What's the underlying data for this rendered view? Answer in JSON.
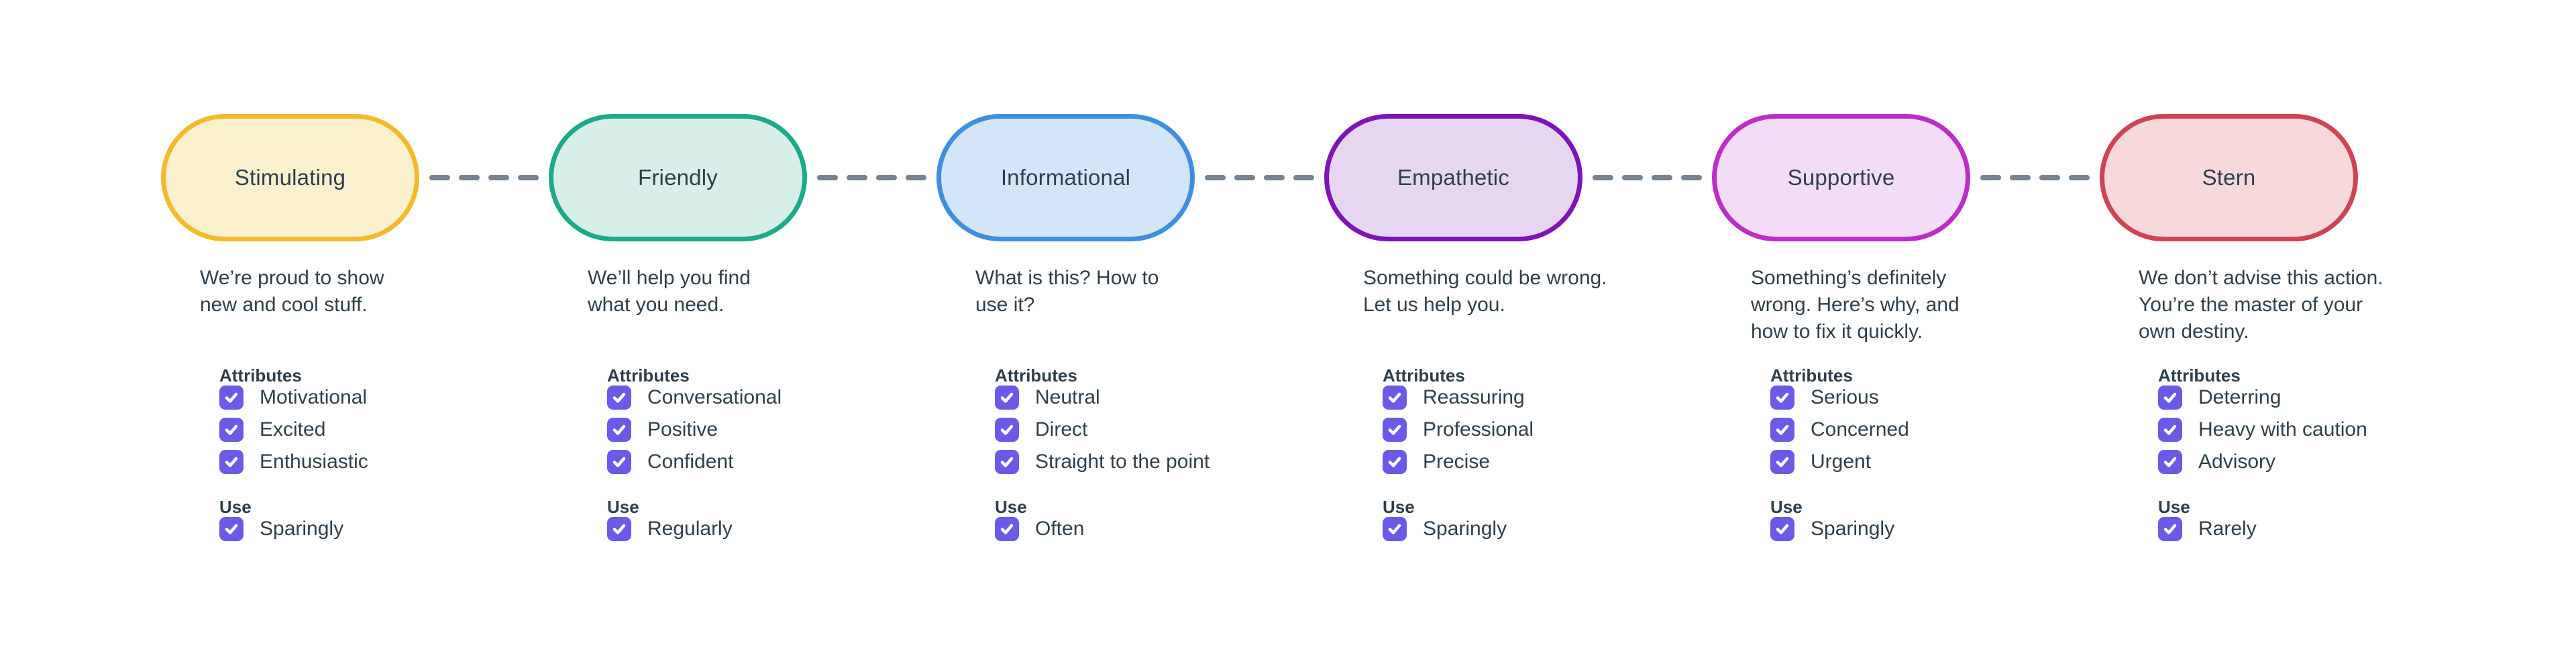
{
  "diagram": {
    "name": "tone-spectrum",
    "section_labels": {
      "attributes": "Attributes",
      "use": "Use"
    },
    "colors": {
      "text": "#2E3F4C",
      "checkbox": "#6B5AE8",
      "dash": "#76828F",
      "background": "#FFFFFF"
    },
    "columns": [
      {
        "id": "stimulating",
        "title": "Stimulating",
        "border_color": "#F3BA2A",
        "fill_color": "#FAF0CE",
        "description": "We’re proud to show\nnew and cool stuff.",
        "attributes": [
          {
            "label": "Motivational",
            "checked": true
          },
          {
            "label": "Excited",
            "checked": true
          },
          {
            "label": "Enthusiastic",
            "checked": true
          }
        ],
        "use": [
          {
            "label": "Sparingly",
            "checked": true
          }
        ]
      },
      {
        "id": "friendly",
        "title": "Friendly",
        "border_color": "#1CA98C",
        "fill_color": "#D8EEE8",
        "description": "We’ll help you find\nwhat you need.",
        "attributes": [
          {
            "label": "Conversational",
            "checked": true
          },
          {
            "label": "Positive",
            "checked": true
          },
          {
            "label": "Confident",
            "checked": true
          }
        ],
        "use": [
          {
            "label": "Regularly",
            "checked": true
          }
        ]
      },
      {
        "id": "informational",
        "title": "Informational",
        "border_color": "#3E8FDD",
        "fill_color": "#D4E5F7",
        "description": "What is this? How to\nuse it?",
        "attributes": [
          {
            "label": "Neutral",
            "checked": true
          },
          {
            "label": "Direct",
            "checked": true
          },
          {
            "label": "Straight to the point",
            "checked": true
          }
        ],
        "use": [
          {
            "label": "Often",
            "checked": true
          }
        ]
      },
      {
        "id": "empathetic",
        "title": "Empathetic",
        "border_color": "#7E14B6",
        "fill_color": "#E7D6F2",
        "description": "Something could be wrong.\nLet us help you.",
        "attributes": [
          {
            "label": "Reassuring",
            "checked": true
          },
          {
            "label": "Professional",
            "checked": true
          },
          {
            "label": "Precise",
            "checked": true
          }
        ],
        "use": [
          {
            "label": "Sparingly",
            "checked": true
          }
        ]
      },
      {
        "id": "supportive",
        "title": "Supportive",
        "border_color": "#BC2EC6",
        "fill_color": "#F3DCF5",
        "description": "Something’s definitely\nwrong. Here’s why, and\nhow to fix it quickly.",
        "attributes": [
          {
            "label": "Serious",
            "checked": true
          },
          {
            "label": "Concerned",
            "checked": true
          },
          {
            "label": "Urgent",
            "checked": true
          }
        ],
        "use": [
          {
            "label": "Sparingly",
            "checked": true
          }
        ]
      },
      {
        "id": "stern",
        "title": "Stern",
        "border_color": "#CF4354",
        "fill_color": "#F7D9DC",
        "description": "We don’t advise this action.\nYou’re the master of your\nown destiny.",
        "attributes": [
          {
            "label": "Deterring",
            "checked": true
          },
          {
            "label": "Heavy with caution",
            "checked": true
          },
          {
            "label": "Advisory",
            "checked": true
          }
        ],
        "use": [
          {
            "label": "Rarely",
            "checked": true
          }
        ]
      }
    ]
  }
}
